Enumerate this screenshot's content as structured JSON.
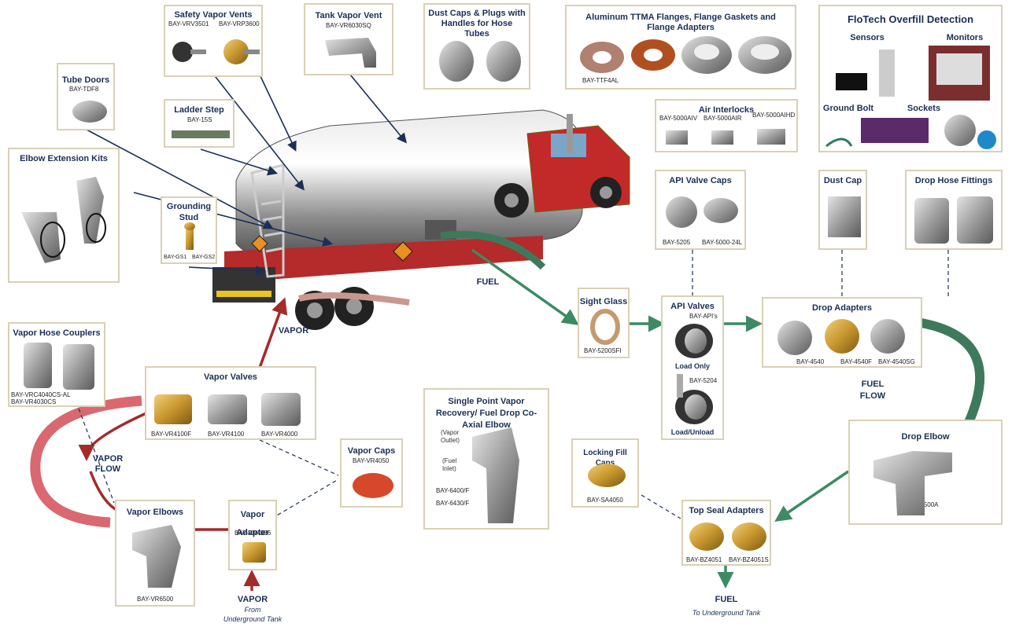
{
  "boxes": {
    "tube_doors": {
      "title": "Tube Doors",
      "codes": [
        "BAY-TDF8"
      ]
    },
    "safety_vapor_vents": {
      "title": "Safety Vapor Vents",
      "codes": [
        "BAY-VRV3501",
        "BAY-VRP3600"
      ]
    },
    "tank_vapor_vent": {
      "title": "Tank Vapor Vent",
      "codes": [
        "BAY-VR6030SQ"
      ]
    },
    "dust_caps_plugs": {
      "title": "Dust Caps & Plugs with Handles for Hose Tubes"
    },
    "ttma": {
      "title": "Aluminum TTMA Flanges, Flange Gaskets and Flange Adapters",
      "codes": [
        "BAY-TTF4AL"
      ]
    },
    "flotech": {
      "title": "FloTech Overfill Detection",
      "labels": [
        "Sensors",
        "Monitors",
        "Ground Bolt",
        "Sockets"
      ]
    },
    "ladder_step": {
      "title": "Ladder Step",
      "codes": [
        "BAY-15S"
      ]
    },
    "air_interlocks": {
      "title": "Air Interlocks",
      "codes": [
        "BAY-5000AIV",
        "BAY-5000AIR",
        "BAY-5000AIHD"
      ]
    },
    "elbow_ext": {
      "title": "Elbow Extension Kits"
    },
    "grounding_stud": {
      "title": "Grounding Stud",
      "codes": [
        "BAY-GS1",
        "BAY-GS2"
      ]
    },
    "api_valve_caps": {
      "title": "API Valve Caps",
      "codes": [
        "BAY-5205",
        "BAY-5000-24L"
      ]
    },
    "dust_cap": {
      "title": "Dust Cap"
    },
    "drop_hose_fittings": {
      "title": "Drop Hose Fittings"
    },
    "sight_glass": {
      "title": "Sight Glass",
      "codes": [
        "BAY-5200SFI"
      ]
    },
    "api_valves": {
      "title": "API Valves",
      "codes": [
        "BAY-API's",
        "BAY-5204"
      ],
      "labels": [
        "Load Only",
        "Load/Unload"
      ]
    },
    "drop_adapters": {
      "title": "Drop Adapters",
      "codes": [
        "BAY-4540",
        "BAY-4540F",
        "BAY-4540SG"
      ]
    },
    "vapor_hose_couplers": {
      "title": "Vapor Hose Couplers",
      "codes": [
        "BAY-VRC4040CS-AL",
        "BAY-VR4030CS"
      ]
    },
    "vapor_valves": {
      "title": "Vapor Valves",
      "codes": [
        "BAY-VR4100F",
        "BAY-VR4100",
        "BAY-VR4000"
      ]
    },
    "single_point": {
      "title": "Single Point Vapor Recovery/ Fuel Drop Co-Axial Elbow",
      "labels": [
        "(Vapor Outlet)",
        "(Fuel Inlet)"
      ],
      "codes": [
        "BAY-6400/F",
        "BAY-6430/F"
      ]
    },
    "vapor_caps": {
      "title": "Vapor Caps",
      "codes": [
        "BAY-VR4050"
      ]
    },
    "locking_fill_caps": {
      "title": "Locking Fill Caps",
      "codes": [
        "BAY-SA4050"
      ]
    },
    "drop_elbow": {
      "title": "Drop Elbow",
      "codes": [
        "BAY-6500A"
      ]
    },
    "vapor_elbows": {
      "title": "Vapor Elbows",
      "codes": [
        "BAY-VR6500"
      ]
    },
    "vapor_adapter": {
      "title": "Vapor Adapter",
      "codes": [
        "BAY-VR4086"
      ]
    },
    "top_seal_adapters": {
      "title": "Top Seal Adapters",
      "codes": [
        "BAY-BZ4051",
        "BAY-BZ4051S"
      ]
    }
  },
  "flows": {
    "fuel": "FUEL",
    "vapor": "VAPOR",
    "fuel_flow": [
      "FUEL",
      "FLOW"
    ],
    "vapor_flow": [
      "VAPOR",
      "FLOW"
    ],
    "vapor_bottom": "VAPOR",
    "vapor_bottom_sub": [
      "From",
      "Underground Tank"
    ],
    "fuel_bottom": "FUEL",
    "fuel_bottom_sub": "To Underground Tank"
  },
  "colors": {
    "navy": "#1b2f55",
    "green": "#3d8a63",
    "red": "#a52a2a",
    "border": "#d9d0b8"
  }
}
